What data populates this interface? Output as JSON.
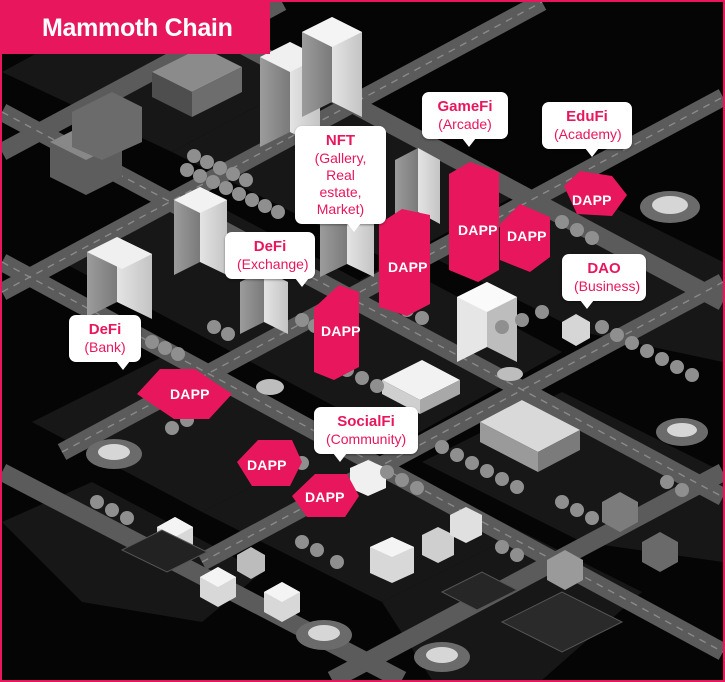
{
  "title": "Mammoth Chain",
  "accent_color": "#e8175d",
  "background_color": "#050505",
  "dapp_label": "DAPP",
  "callouts": [
    {
      "id": "nft",
      "name": "NFT",
      "sub": "(Gallery,\nReal estate,\nMarket)"
    },
    {
      "id": "gamefi",
      "name": "GameFi",
      "sub": "(Arcade)"
    },
    {
      "id": "edufi",
      "name": "EduFi",
      "sub": "(Academy)"
    },
    {
      "id": "defi-exchange",
      "name": "DeFi",
      "sub": "(Exchange)"
    },
    {
      "id": "dao",
      "name": "DAO",
      "sub": "(Business)"
    },
    {
      "id": "defi-bank",
      "name": "DeFi",
      "sub": "(Bank)"
    },
    {
      "id": "socialfi",
      "name": "SocialFi",
      "sub": "(Community)"
    }
  ]
}
